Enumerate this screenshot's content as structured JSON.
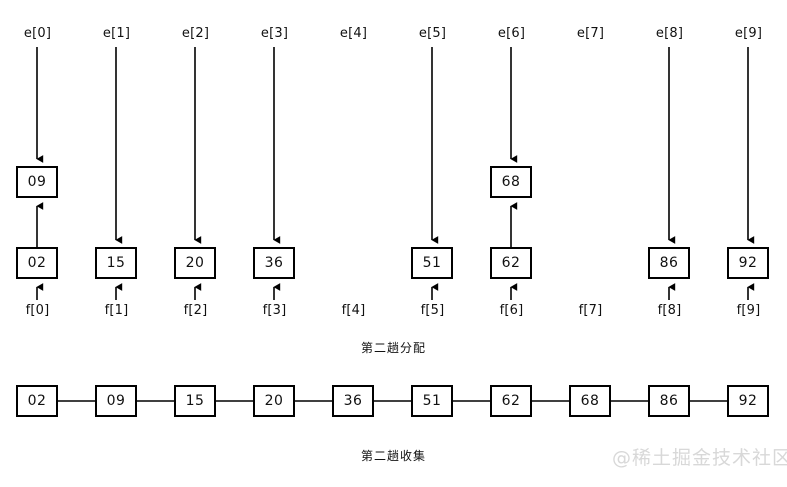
{
  "figure": {
    "title_top": "第二趟分配",
    "title_bottom": "第二趟收集",
    "watermark": "@稀土掘金技术社区",
    "line_color": "#000000",
    "box_border_color": "#000000",
    "background_color": "#ffffff",
    "watermark_color": "#d8d8d8"
  },
  "buckets": {
    "head_labels": [
      "e[0]",
      "e[1]",
      "e[2]",
      "e[3]",
      "e[4]",
      "e[5]",
      "e[6]",
      "e[7]",
      "e[8]",
      "e[9]"
    ],
    "tail_labels": [
      "f[0]",
      "f[1]",
      "f[2]",
      "f[3]",
      "f[4]",
      "f[5]",
      "f[6]",
      "f[7]",
      "f[8]",
      "f[9]"
    ],
    "columns": [
      {
        "index": 0,
        "values": [
          "02",
          "09"
        ],
        "empty": false
      },
      {
        "index": 1,
        "values": [
          "15"
        ],
        "empty": false
      },
      {
        "index": 2,
        "values": [
          "20"
        ],
        "empty": false
      },
      {
        "index": 3,
        "values": [
          "36"
        ],
        "empty": false
      },
      {
        "index": 4,
        "values": [],
        "empty": true
      },
      {
        "index": 5,
        "values": [
          "51"
        ],
        "empty": false
      },
      {
        "index": 6,
        "values": [
          "62",
          "68"
        ],
        "empty": false
      },
      {
        "index": 7,
        "values": [],
        "empty": true
      },
      {
        "index": 8,
        "values": [
          "86"
        ],
        "empty": false
      },
      {
        "index": 9,
        "values": [
          "92"
        ],
        "empty": false
      }
    ]
  },
  "collected_list": {
    "values": [
      "02",
      "09",
      "15",
      "20",
      "36",
      "51",
      "62",
      "68",
      "86",
      "92"
    ]
  }
}
